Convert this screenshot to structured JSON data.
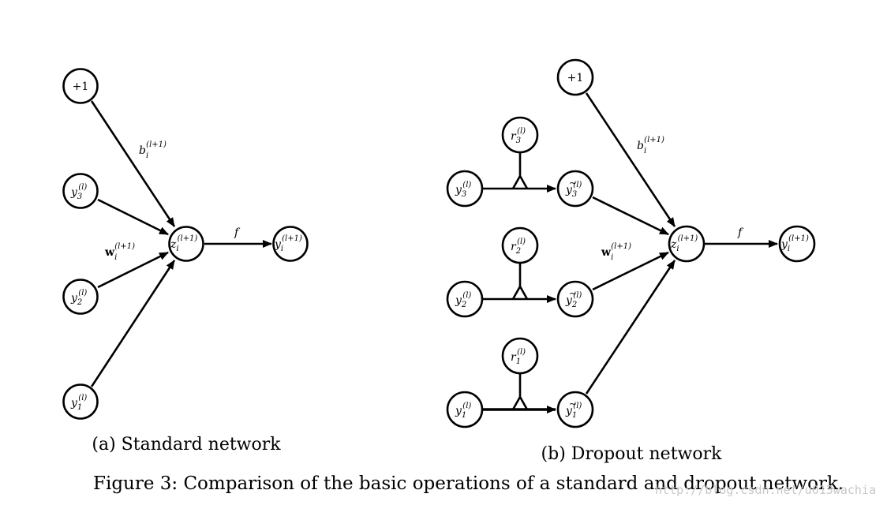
{
  "figure": {
    "caption": "Figure 3:  Comparison of the basic operations of a standard and dropout network.",
    "watermark": "http://blog.csdn.net/u013wachia"
  },
  "standard": {
    "caption": "(a) Standard network",
    "bias_node": "+1",
    "inputs": [
      {
        "id": "y3",
        "base": "y",
        "sub": "3",
        "sup": "(l)"
      },
      {
        "id": "y2",
        "base": "y",
        "sub": "2",
        "sup": "(l)"
      },
      {
        "id": "y1",
        "base": "y",
        "sub": "1",
        "sup": "(l)"
      }
    ],
    "z_node": {
      "base": "z",
      "sub": "i",
      "sup": "(l+1)"
    },
    "y_out": {
      "base": "y",
      "sub": "i",
      "sup": "(l+1)"
    },
    "bias_label": {
      "base": "b",
      "sub": "i",
      "sup": "(l+1)"
    },
    "weight_label": {
      "base": "w",
      "sub": "i",
      "sup": "(l+1)"
    },
    "f_label": "f"
  },
  "dropout": {
    "caption": "(b) Dropout network",
    "bias_node": "+1",
    "inputs": [
      {
        "id": "y3",
        "base": "y",
        "sub": "3",
        "sup": "(l)"
      },
      {
        "id": "y2",
        "base": "y",
        "sub": "2",
        "sup": "(l)"
      },
      {
        "id": "y1",
        "base": "y",
        "sub": "1",
        "sup": "(l)"
      }
    ],
    "masks": [
      {
        "id": "r3",
        "base": "r",
        "sub": "3",
        "sup": "(l)"
      },
      {
        "id": "r2",
        "base": "r",
        "sub": "2",
        "sup": "(l)"
      },
      {
        "id": "r1",
        "base": "r",
        "sub": "1",
        "sup": "(l)"
      }
    ],
    "thinned": [
      {
        "id": "yt3",
        "base": "y",
        "tilde": true,
        "sub": "3",
        "sup": "(l)"
      },
      {
        "id": "yt2",
        "base": "y",
        "tilde": true,
        "sub": "2",
        "sup": "(l)"
      },
      {
        "id": "yt1",
        "base": "y",
        "tilde": true,
        "sub": "1",
        "sup": "(l)"
      }
    ],
    "z_node": {
      "base": "z",
      "sub": "i",
      "sup": "(l+1)"
    },
    "y_out": {
      "base": "y",
      "sub": "i",
      "sup": "(l+1)"
    },
    "bias_label": {
      "base": "b",
      "sub": "i",
      "sup": "(l+1)"
    },
    "weight_label": {
      "base": "w",
      "sub": "i",
      "sup": "(l+1)"
    },
    "f_label": "f"
  }
}
